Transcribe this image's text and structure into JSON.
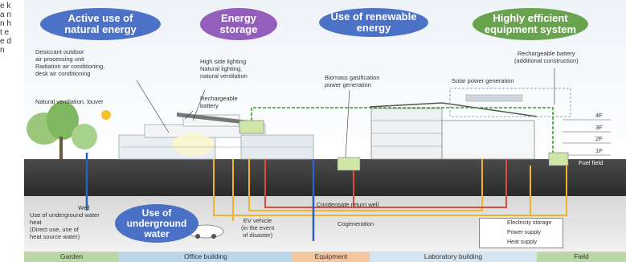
{
  "left_fragment": "e k a n n h t e e d n",
  "headings": {
    "natural": [
      "Active use of",
      "natural energy"
    ],
    "storage": [
      "Energy",
      "storage"
    ],
    "renewable": [
      "Use of renewable",
      "energy"
    ],
    "equipment": [
      "Highly efficient",
      "equipment system"
    ],
    "underground": [
      "Use of",
      "underground",
      "water"
    ]
  },
  "labels": {
    "desiccant": [
      "Desiccant outdoor",
      "air processing unit",
      "Radiation air conditioning,",
      "desk air conditioning"
    ],
    "natural_vent": "Natural ventilation, louver",
    "high_side": [
      "High side lighting",
      "Natural lighting,",
      "natural ventilation"
    ],
    "rech_battery": [
      "Rechargeable",
      "battery"
    ],
    "biomass": [
      "Biomass gasification",
      "power generation"
    ],
    "rech_battery_add": [
      "Rechargeable battery",
      "(additional construction)"
    ],
    "solar": "Solar power generation",
    "well": [
      "Well",
      "Use of underground water",
      "heat",
      "(Direct use, use of",
      "heat source water)"
    ],
    "ev": [
      "EV vehicle",
      "(in the event",
      "of disaster)"
    ],
    "condensate": "Condensate return well",
    "cogeneration": "Cogeneration",
    "fuel_field": "Fuel field",
    "floors": [
      "4F",
      "3F",
      "2F",
      "1F"
    ]
  },
  "legend": [
    "Electricity storage",
    "Power supply",
    "Heat supply"
  ],
  "zones": [
    "Garden",
    "Office building",
    "Equipment",
    "Laboratory building",
    "Field"
  ],
  "colors": {
    "natural": "#3a64c2",
    "storage": "#8a4fb5",
    "renewable": "#3a64c2",
    "equipment": "#5a9a3a",
    "electricity_storage": "#3c9a2e",
    "power_supply": "#f0b428",
    "heat_supply": "#e04a3a",
    "water": "#2d5fc4"
  }
}
